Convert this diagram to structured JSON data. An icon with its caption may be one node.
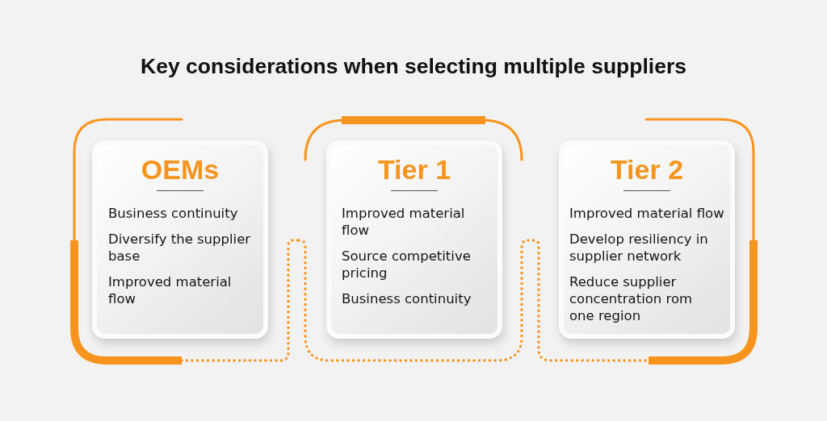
{
  "diagram": {
    "title": "Key considerations when selecting multiple suppliers",
    "nodes": [
      {
        "text": [
          "OEMs",
          "Business continuity",
          "Diversify the supplier base",
          "Improved material flow"
        ]
      },
      {
        "text": [
          "Tier 1",
          "Improved material flow",
          "Source competitive pricing",
          "Business continuity"
        ]
      },
      {
        "text": [
          "Tier 2",
          "Improved material flow",
          "Develop resiliency in supplier network",
          "Reduce supplier concentration rom one region"
        ]
      }
    ],
    "edges": [
      {
        "from": 0,
        "to": 1,
        "arrow": "none",
        "style": "dashed"
      },
      {
        "from": 1,
        "to": 2,
        "arrow": "none",
        "style": "dashed"
      }
    ]
  }
}
